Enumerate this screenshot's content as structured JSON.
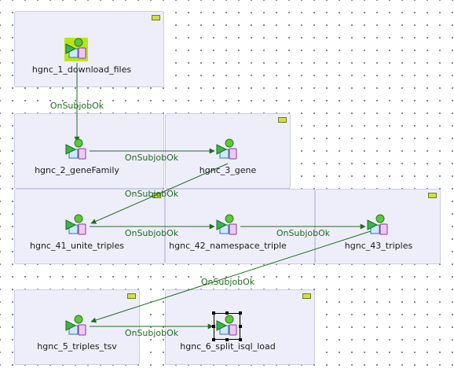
{
  "components": {
    "c1": "hgnc_1_download_files",
    "c2": "hgnc_2_geneFamily",
    "c3": "hgnc_3_gene",
    "c41": "hgnc_41_unite_triples",
    "c42": "hgnc_42_namespace_triple",
    "c43": "hgnc_43_triples",
    "c5": "hgnc_5_triples_tsv",
    "c6": "hgnc_6_split_isql_load"
  },
  "links": {
    "l1": "OnSubjobOk",
    "l2": "OnSubjobOk",
    "l3": "OnSubjobOk",
    "l4": "OnSubjobOk",
    "l5": "OnSubjobOk",
    "l6": "OnSubjobOk",
    "l7": "OnSubjobOk"
  },
  "colors": {
    "subjob_bg": "#eeeefa",
    "link": "#1d6e1d",
    "start_highlight": "#b8e51a"
  }
}
